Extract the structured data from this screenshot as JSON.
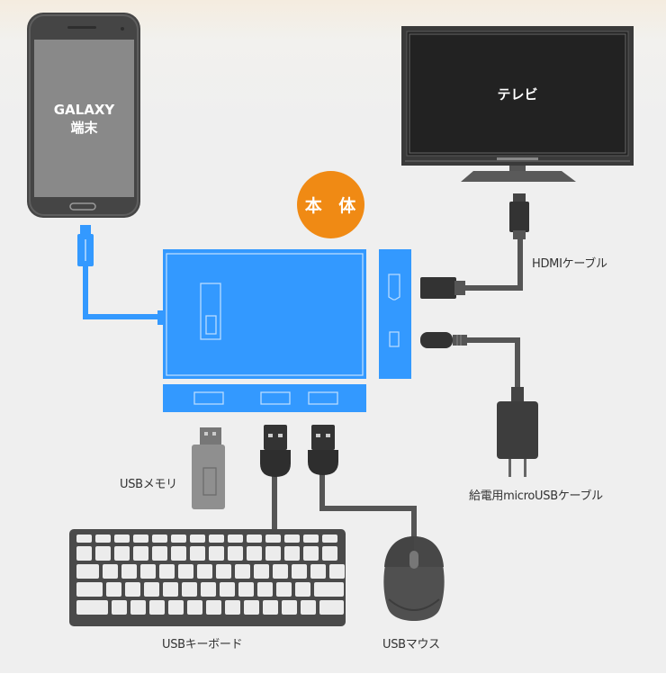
{
  "phone": {
    "line1": "GALAXY",
    "line2": "端末"
  },
  "tv": {
    "label": "テレビ"
  },
  "hub": {
    "badge": "本 体"
  },
  "labels": {
    "hdmi_cable": "HDMIケーブル",
    "usb_memory": "USBメモリ",
    "power_cable": "給電用microUSBケーブル",
    "usb_keyboard": "USBキーボード",
    "usb_mouse": "USBマウス"
  },
  "colors": {
    "hub_blue": "#3399ff",
    "cable_blue": "#3399ff",
    "cable_gray": "#555555",
    "badge_orange": "#f08a14",
    "device_dark": "#4a4a4a"
  }
}
